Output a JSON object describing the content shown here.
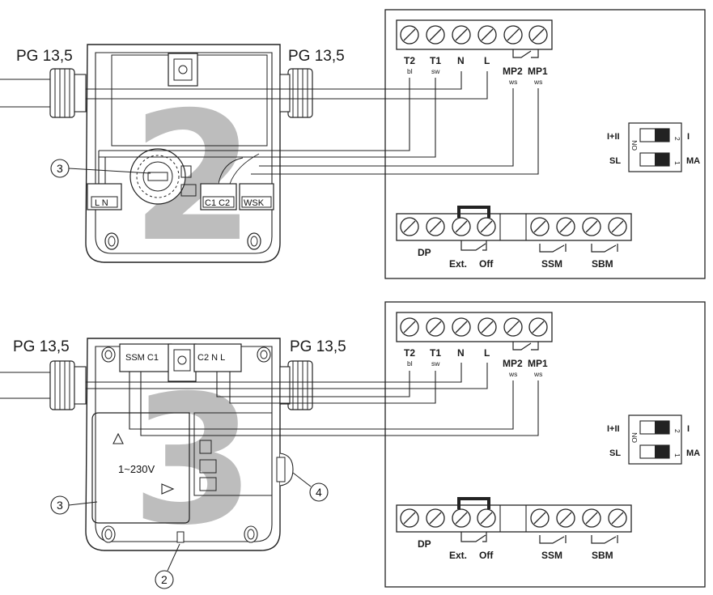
{
  "top": {
    "gland_left": "PG 13,5",
    "gland_right": "PG 13,5",
    "big_number": "2",
    "callout": "3",
    "box_terminals": {
      "ln": "L N",
      "c1c2": "C1 C2",
      "wsk": "WSK"
    },
    "strip_labels": {
      "t2": "T2",
      "t1": "T1",
      "n": "N",
      "l": "L",
      "mp2": "MP2",
      "mp1": "MP1"
    },
    "strip_sublabels": {
      "t2": "bl",
      "t1": "sw",
      "mp2": "ws",
      "mp1": "ws"
    },
    "dip": {
      "left_top": "I+II",
      "left_bottom": "SL",
      "right_top": "I",
      "right_bottom": "MA",
      "on": "ON",
      "num2": "2",
      "num1": "1"
    },
    "bottom_strip": {
      "dp": "DP",
      "ext": "Ext.",
      "off": "Off",
      "ssm": "SSM",
      "sbm": "SBM"
    }
  },
  "bottom": {
    "gland_left": "PG 13,5",
    "gland_right": "PG 13,5",
    "big_number": "3",
    "voltage": "1~230V",
    "callout_3": "3",
    "callout_4": "4",
    "callout_2": "2",
    "box_terminals": {
      "ssm_c1": "SSM C1",
      "c2nl": "C2 N L"
    },
    "strip_labels": {
      "t2": "T2",
      "t1": "T1",
      "n": "N",
      "l": "L",
      "mp2": "MP2",
      "mp1": "MP1"
    },
    "strip_sublabels": {
      "t2": "bl",
      "t1": "sw",
      "mp2": "ws",
      "mp1": "ws"
    },
    "dip": {
      "left_top": "I+II",
      "left_bottom": "SL",
      "right_top": "I",
      "right_bottom": "MA",
      "on": "ON",
      "num2": "2",
      "num1": "1"
    },
    "bottom_strip": {
      "dp": "DP",
      "ext": "Ext.",
      "off": "Off",
      "ssm": "SSM",
      "sbm": "SBM"
    }
  }
}
